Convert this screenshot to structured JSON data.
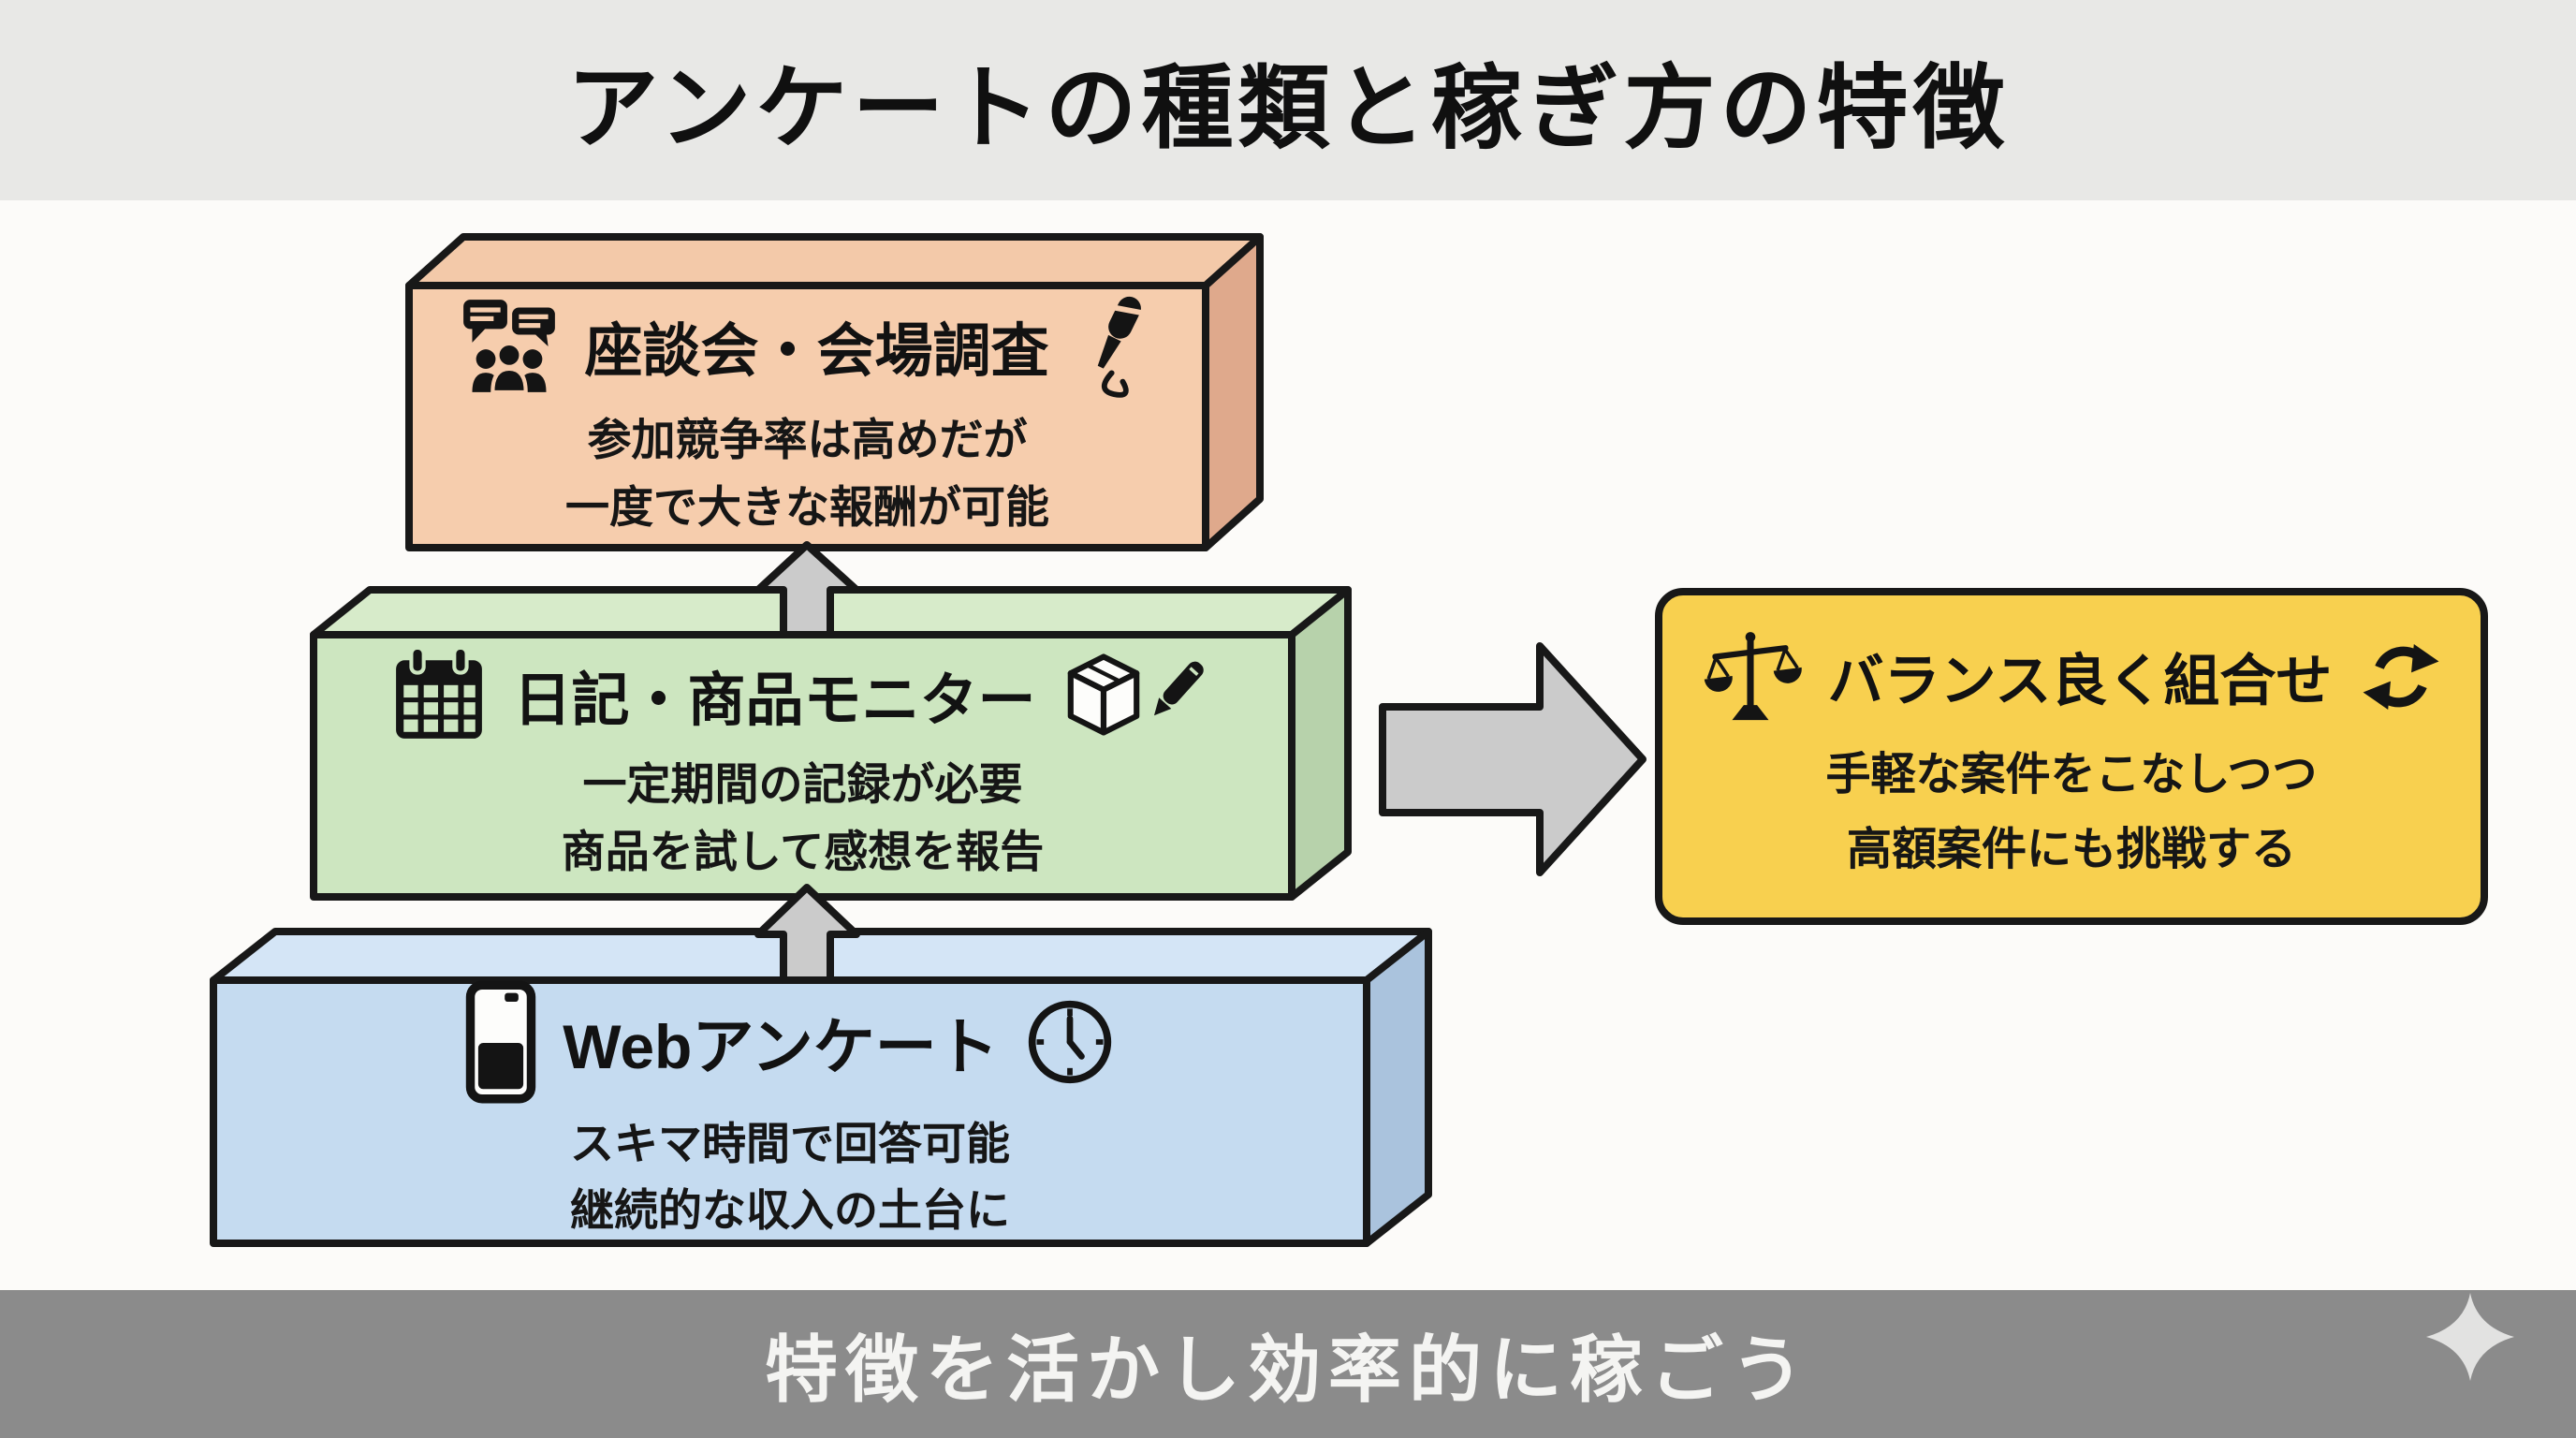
{
  "header": {
    "title": "アンケートの種類と稼ぎ方の特徴"
  },
  "pyramid": {
    "venue": {
      "title": "座談会・会場調査",
      "desc1": "参加競争率は高めだが",
      "desc2": "一度で大きな報酬が可能",
      "icon_left": "group-discussion-icon",
      "icon_right": "microphone-icon",
      "color_front": "#f6cdad",
      "color_top": "#f3c9a9",
      "color_side": "#dfa98c"
    },
    "monitor": {
      "title": "日記・商品モニター",
      "desc1": "一定期間の記録が必要",
      "desc2": "商品を試して感想を報告",
      "icon_left": "calendar-icon",
      "icon_right": "package-icon + pen-icon",
      "color_front": "#cde6c0",
      "color_top": "#d7ebca",
      "color_side": "#b7d2ab"
    },
    "web": {
      "title": "Webアンケート",
      "desc1": "スキマ時間で回答可能",
      "desc2": "継続的な収入の土台に",
      "icon_left": "smartphone-icon",
      "icon_right": "clock-icon",
      "color_front": "#c5dbf0",
      "color_top": "#d4e5f6",
      "color_side": "#aac3dd"
    }
  },
  "result": {
    "title": "バランス良く組合せ",
    "desc1": "手軽な案件をこなしつつ",
    "desc2": "高額案件にも挑戦する",
    "icon_left": "balance-scale-icon",
    "icon_right": "refresh-icon",
    "color": "#f8d04f"
  },
  "footer": {
    "text": "特徴を活かし効率的に稼ごう",
    "icon": "sparkle-icon",
    "bar_color": "#8b8b8b"
  },
  "colors": {
    "header_band": "#e8e8e6",
    "canvas": "#fcfbf9",
    "outline": "#181818",
    "arrow_fill": "#cbcbcb",
    "text": "#141414",
    "footer_text": "#f4f4f2"
  }
}
